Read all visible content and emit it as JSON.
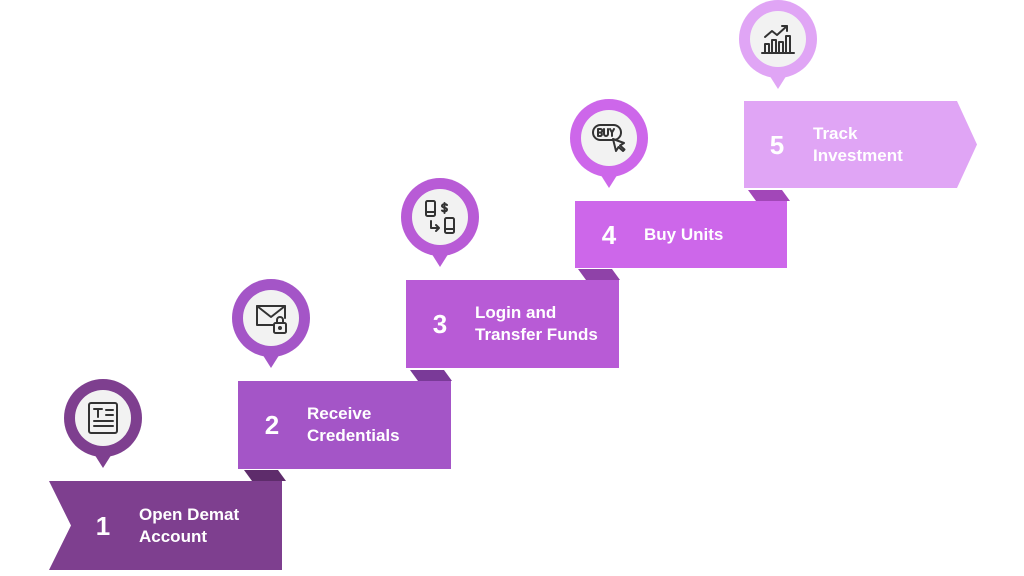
{
  "colors": {
    "step1": "#7e3f8f",
    "step2": "#a455c7",
    "step3": "#b85bd6",
    "step4": "#cd67ea",
    "step5": "#e0a5f5",
    "step1_dark": "#5e2c6b",
    "step2_dark": "#7a3a98",
    "step3_dark": "#8f42a8",
    "step4_dark": "#a247b8",
    "step5_dark": "#bd75d8",
    "icon_fill": "#f2f2f2",
    "icon_stroke": "#333333"
  },
  "steps": [
    {
      "number": "1",
      "label": "Open Demat\nAccount",
      "icon": "document-icon"
    },
    {
      "number": "2",
      "label": "Receive\nCredentials",
      "icon": "envelope-lock-icon"
    },
    {
      "number": "3",
      "label": "Login and\nTransfer Funds",
      "icon": "transfer-funds-icon"
    },
    {
      "number": "4",
      "label": "Buy Units",
      "icon": "buy-click-icon"
    },
    {
      "number": "5",
      "label": "Track\nInvestment",
      "icon": "growth-chart-icon"
    }
  ]
}
